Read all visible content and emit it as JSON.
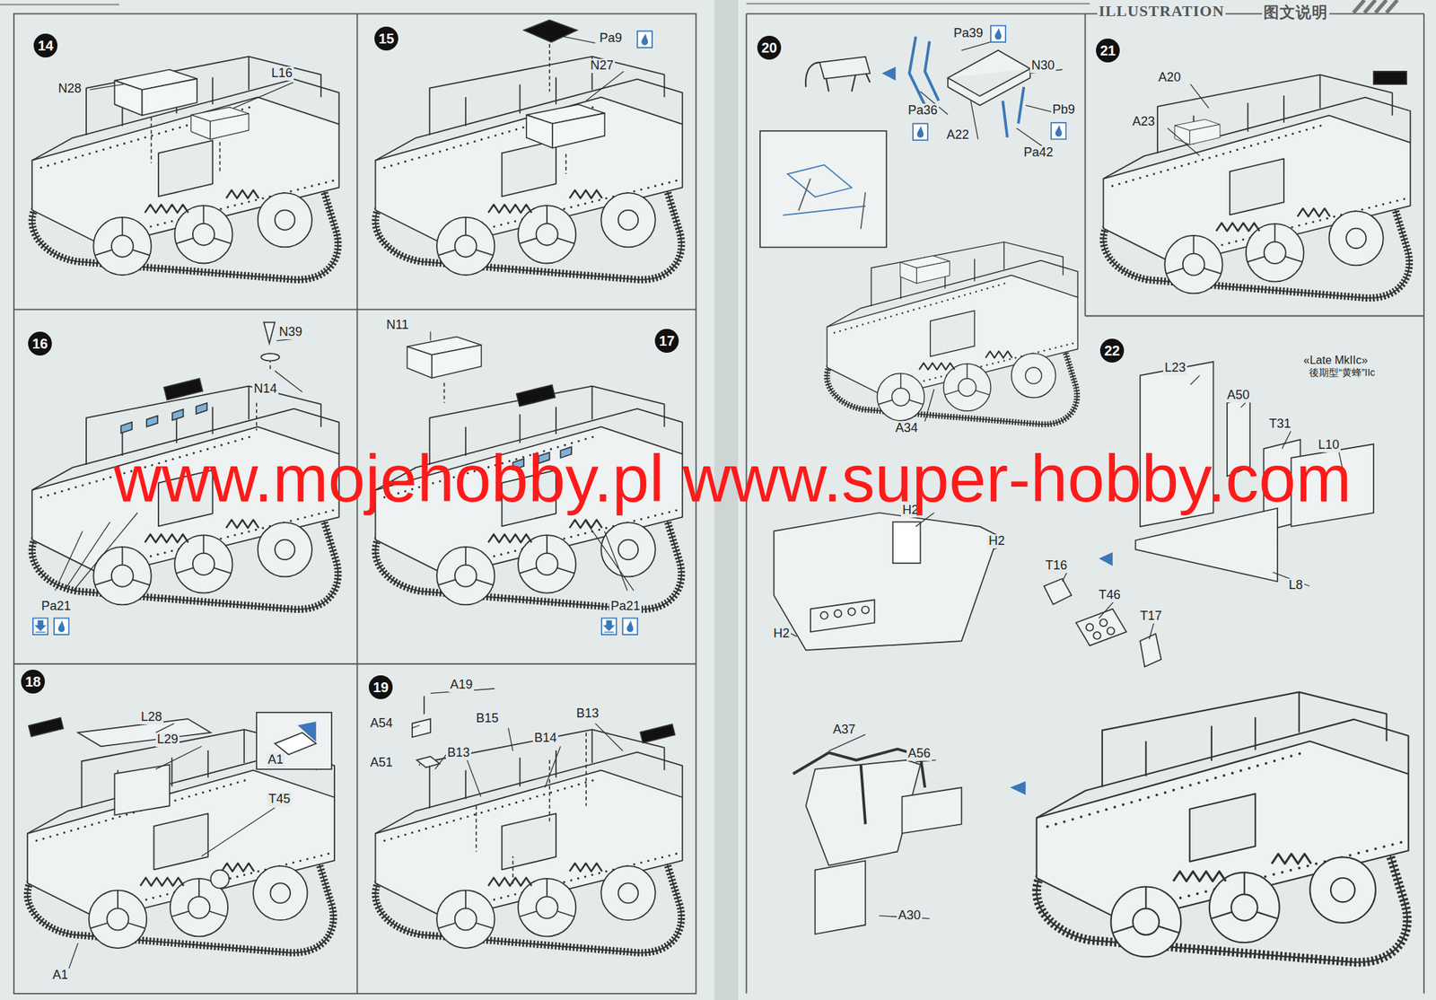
{
  "diagram": {
    "nodes": [
      {
        "text": [
          "14"
        ]
      },
      {
        "text": [
          "15"
        ]
      },
      {
        "text": [
          "16"
        ]
      },
      {
        "text": [
          "17"
        ]
      },
      {
        "text": [
          "18"
        ]
      },
      {
        "text": [
          "19"
        ]
      },
      {
        "text": [
          "20"
        ]
      },
      {
        "text": [
          "21"
        ]
      },
      {
        "text": [
          "22"
        ]
      }
    ],
    "labels": [
      "ILLUSTRATION",
      "图文说明",
      "N28",
      "L16",
      "Pa9",
      "N27",
      "N39",
      "N14",
      "Pa21",
      "N11",
      "Pa21",
      "L28",
      "L29",
      "A1",
      "T45",
      "A1",
      "A19",
      "A54",
      "A51",
      "B15",
      "B13",
      "B14",
      "B13",
      "Pa39",
      "N30",
      "Pa36",
      "A22",
      "Pb9",
      "Pa42",
      "A34",
      "A20",
      "A23",
      "«Late MkIIc»",
      "後期型“黄蜂”IIc",
      "L23",
      "A50",
      "T31",
      "L10",
      "H2",
      "H2",
      "L8",
      "H2",
      "T16",
      "T46",
      "T17",
      "A37",
      "A56",
      "A30",
      "www.mojehobby.pl www.super-hobby.com"
    ]
  }
}
